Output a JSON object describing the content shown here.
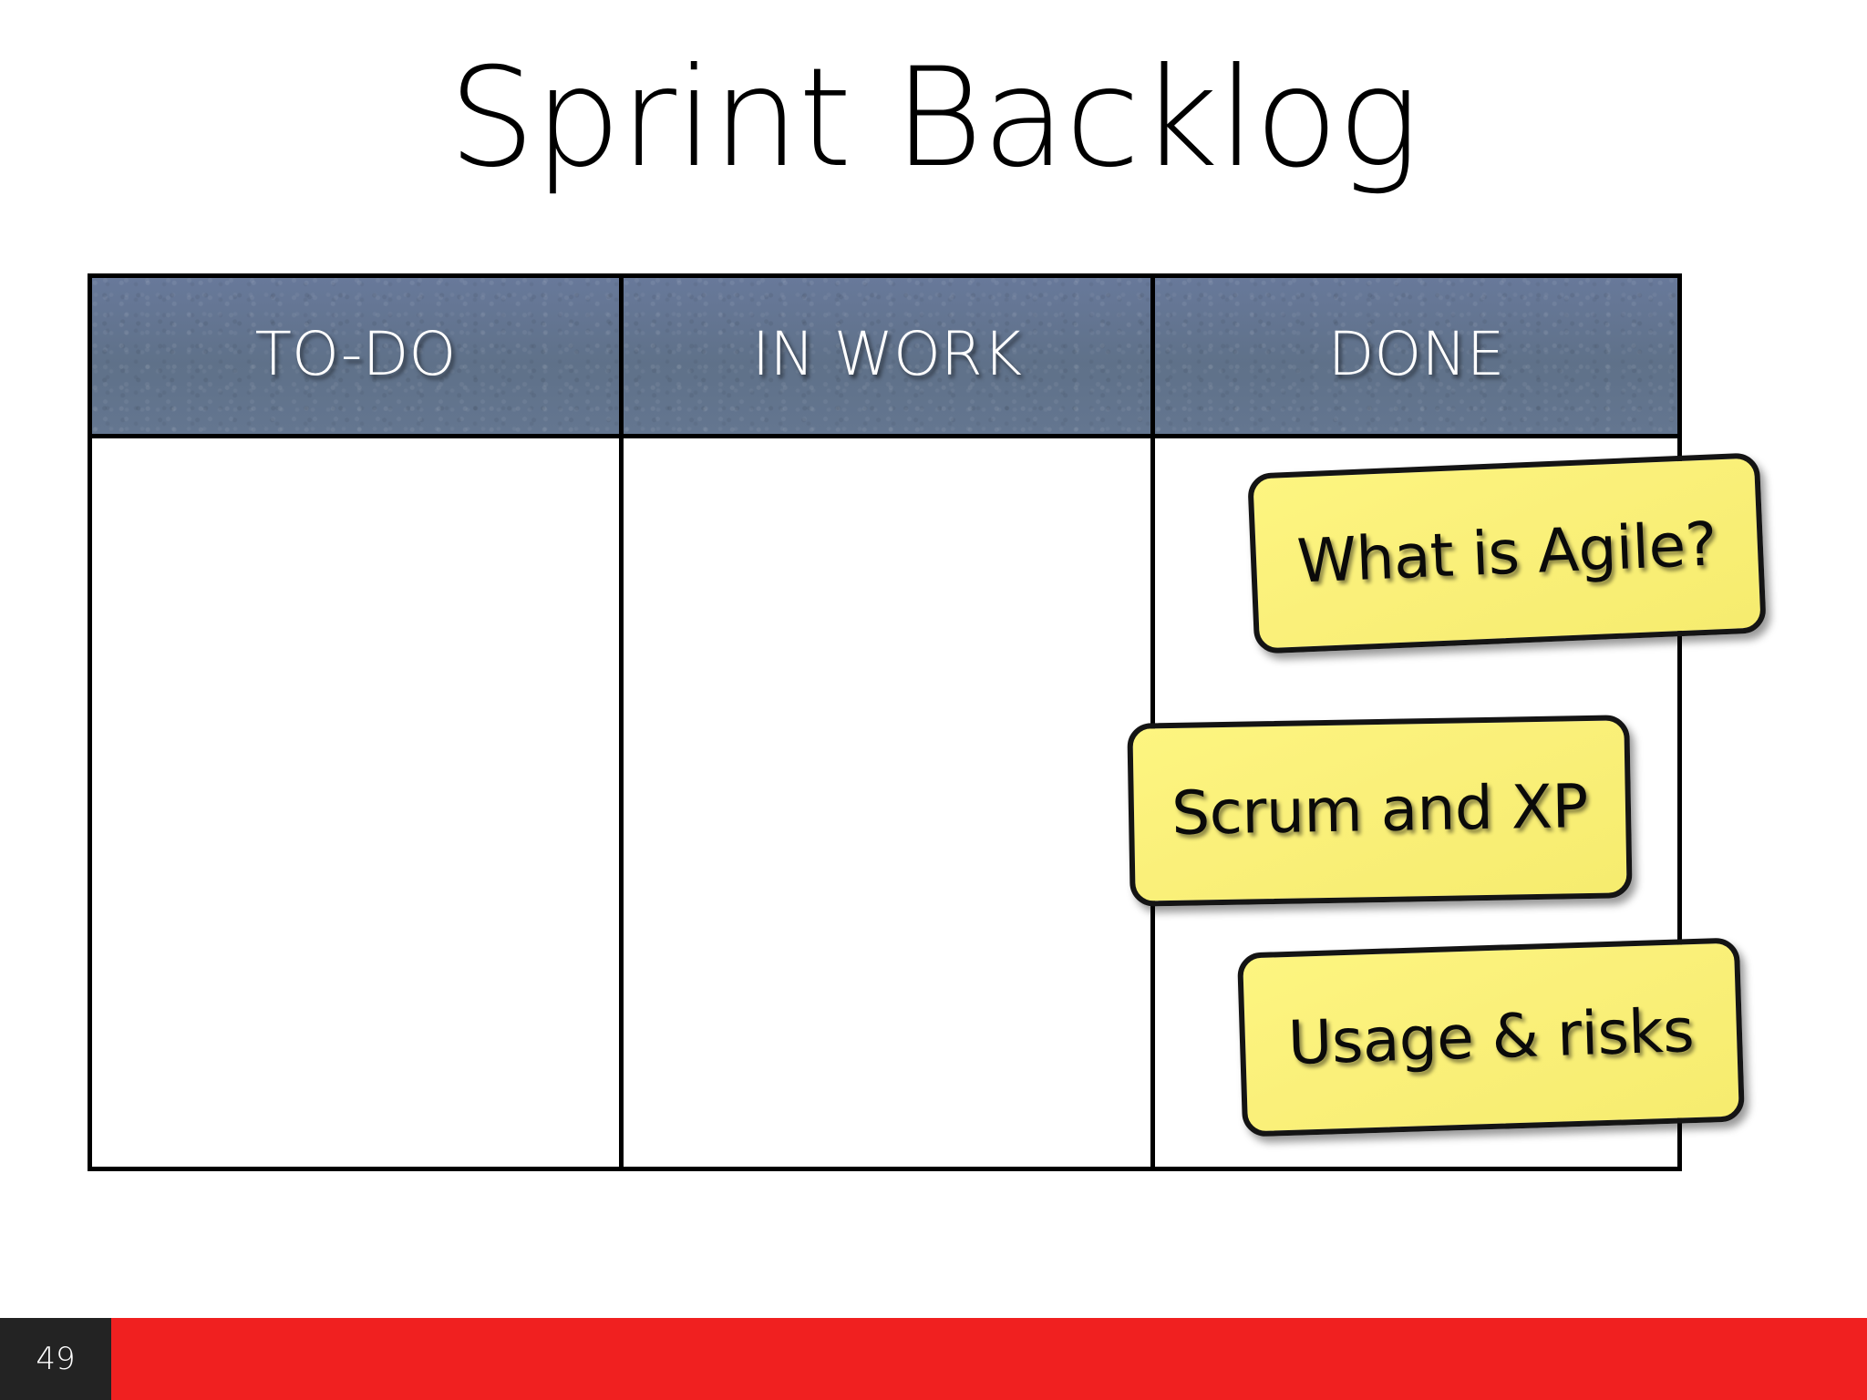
{
  "slide": {
    "title": "Sprint Backlog",
    "page_number": "49",
    "background_color": "#ffffff"
  },
  "board": {
    "columns": [
      {
        "id": "to-do",
        "header": "TO-DO",
        "cards": []
      },
      {
        "id": "in-work",
        "header": "IN WORK",
        "cards": []
      },
      {
        "id": "done",
        "header": "DONE",
        "cards": [
          {
            "text": "What is Agile?"
          },
          {
            "text": "Scrum and XP"
          },
          {
            "text": "Usage & risks"
          }
        ]
      }
    ],
    "header_background_color": "#61748f",
    "header_text_color": "#ffffff",
    "border_color": "#000000"
  },
  "sticky_notes": {
    "fill_color": "#fbf27c",
    "border_color": "#141414",
    "text_color": "#0a0a0a"
  },
  "footer": {
    "bar_color": "#f02020",
    "tab_color": "#232323",
    "page_number_color": "#ffffff"
  }
}
